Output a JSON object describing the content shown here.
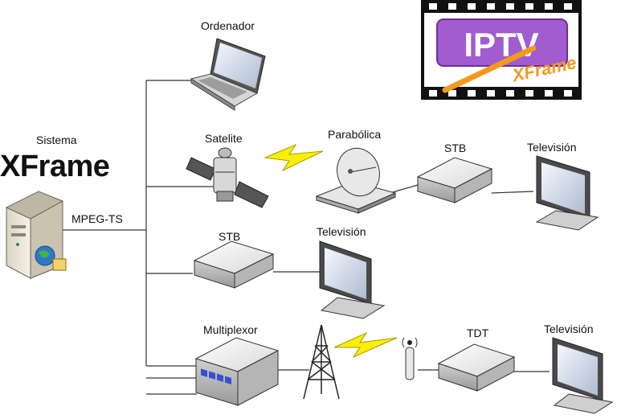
{
  "system": {
    "caption": "Sistema",
    "name": "XFrame",
    "stream_label": "MPEG-TS"
  },
  "devices": {
    "ordenador": "Ordenador",
    "satelite": "Satelite",
    "parabolica": "Parabólica",
    "stb_top": "STB",
    "tv_top": "Televisión",
    "stb_mid": "STB",
    "tv_mid": "Televisión",
    "multiplexor": "Multiplexor",
    "tdt": "TDT",
    "tv_bottom": "Televisión"
  },
  "logo": {
    "text": "IPTV",
    "script": "XFrame"
  },
  "colors": {
    "logo_purple": "#a35bd0",
    "logo_orange": "#f39a1c",
    "bolt_yellow": "#f8f000",
    "line": "#333333"
  }
}
